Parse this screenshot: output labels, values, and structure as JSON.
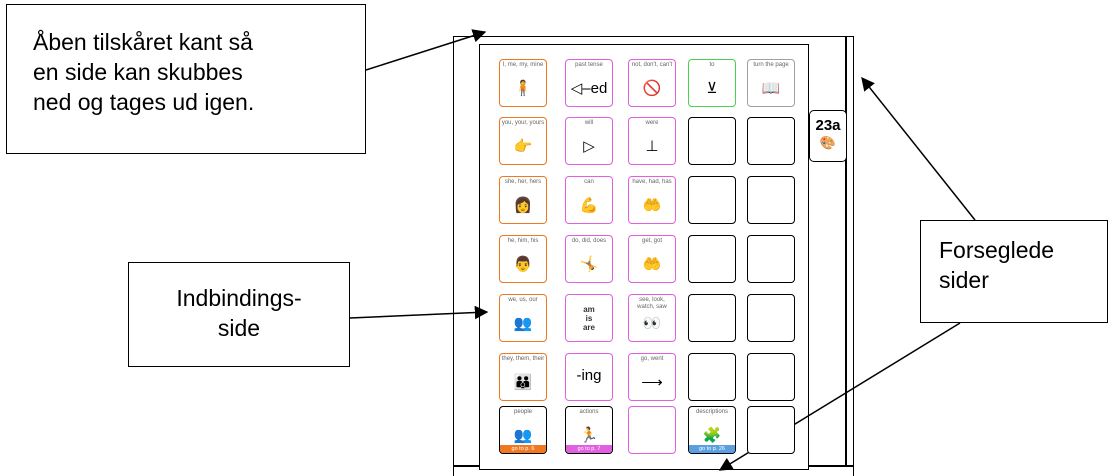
{
  "callouts": {
    "top_left": "Åben tilskåret kant så\nen side kan skubbes\nned og tages ud igen.",
    "binding": "Indbindings-\nside",
    "sealed": "Forseglede\nsider"
  },
  "tab": {
    "label": "23a",
    "icon_name": "paint-icon"
  },
  "colors": {
    "orange": "#f07820",
    "magenta": "#e060e0",
    "green": "#50d050",
    "grey": "#a0a0a0",
    "black": "#000000"
  },
  "grid": [
    [
      {
        "label": "I, me, my, mine",
        "border": "orange",
        "glyph": "🧍"
      },
      {
        "label": "past tense",
        "border": "magenta",
        "glyph": "◁–ed"
      },
      {
        "label": "not, don't, can't",
        "border": "magenta",
        "glyph": "🚫"
      },
      {
        "label": "to",
        "border": "green",
        "glyph": "⊻"
      },
      {
        "label": "turn the page",
        "border": "grey",
        "glyph": "📖"
      }
    ],
    [
      {
        "label": "you, your, yours",
        "border": "orange",
        "glyph": "👉"
      },
      {
        "label": "will",
        "border": "magenta",
        "glyph": "▷"
      },
      {
        "label": "were",
        "border": "magenta",
        "glyph": "⊥"
      },
      {
        "label": "",
        "border": "black",
        "glyph": ""
      },
      {
        "label": "",
        "border": "black",
        "glyph": ""
      }
    ],
    [
      {
        "label": "she, her, hers",
        "border": "orange",
        "glyph": "👩"
      },
      {
        "label": "can",
        "border": "magenta",
        "glyph": "💪"
      },
      {
        "label": "have, had, has",
        "border": "magenta",
        "glyph": "🤲"
      },
      {
        "label": "",
        "border": "black",
        "glyph": ""
      },
      {
        "label": "",
        "border": "black",
        "glyph": ""
      }
    ],
    [
      {
        "label": "he, him, his",
        "border": "orange",
        "glyph": "👨"
      },
      {
        "label": "do, did, does",
        "border": "magenta",
        "glyph": "🤸"
      },
      {
        "label": "get, got",
        "border": "magenta",
        "glyph": "🤲"
      },
      {
        "label": "",
        "border": "black",
        "glyph": ""
      },
      {
        "label": "",
        "border": "black",
        "glyph": ""
      }
    ],
    [
      {
        "label": "we, us, our",
        "border": "orange",
        "glyph": "👥"
      },
      {
        "label": "",
        "border": "magenta",
        "stack": "am\nis\nare"
      },
      {
        "label": "see, look, watch, saw",
        "border": "magenta",
        "glyph": "👀"
      },
      {
        "label": "",
        "border": "black",
        "glyph": ""
      },
      {
        "label": "",
        "border": "black",
        "glyph": ""
      }
    ],
    [
      {
        "label": "they, them, their",
        "border": "orange",
        "glyph": "👪"
      },
      {
        "label": "",
        "border": "magenta",
        "big": "-ing"
      },
      {
        "label": "go, went",
        "border": "magenta",
        "glyph": "⟶"
      },
      {
        "label": "",
        "border": "black",
        "glyph": ""
      },
      {
        "label": "",
        "border": "black",
        "glyph": ""
      }
    ],
    [
      {
        "label": "people",
        "border": "black",
        "glyph": "👥",
        "foot": "go to p. 6",
        "foot_color": "#f07820"
      },
      {
        "label": "actions",
        "border": "black",
        "glyph": "🏃",
        "foot": "go to p. 7",
        "foot_color": "#e060e0"
      },
      {
        "label": "",
        "border": "magenta",
        "glyph": ""
      },
      {
        "label": "descriptions",
        "border": "black",
        "glyph": "🧩",
        "foot": "go to p. 26",
        "foot_color": "#5aa0e0"
      },
      {
        "label": "",
        "border": "black",
        "glyph": ""
      }
    ]
  ]
}
